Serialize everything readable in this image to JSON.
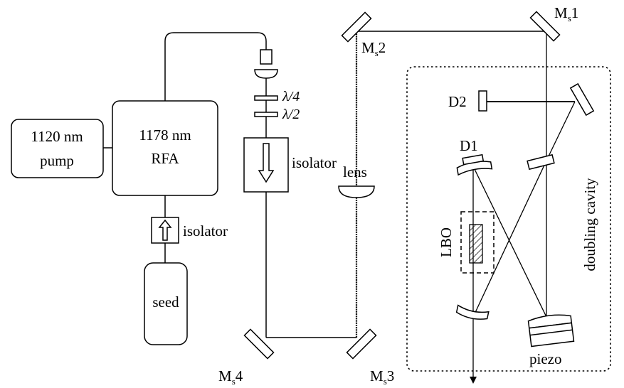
{
  "pump": {
    "line1": "1120 nm",
    "line2": "pump"
  },
  "rfa": {
    "line1": "1178 nm",
    "line2": "RFA"
  },
  "seed": {
    "label": "seed"
  },
  "isolators": {
    "left": "isolator",
    "right": "isolator"
  },
  "waveplates": {
    "quarter": "λ/4",
    "half": "λ/2"
  },
  "lens": {
    "label": "lens"
  },
  "mirrors": {
    "ms1": {
      "main": "M",
      "sub": "s",
      "num": "1"
    },
    "ms2": {
      "main": "M",
      "sub": "s",
      "num": "2"
    },
    "ms3": {
      "main": "M",
      "sub": "s",
      "num": "3"
    },
    "ms4": {
      "main": "M",
      "sub": "s",
      "num": "4"
    }
  },
  "detectors": {
    "d1": "D1",
    "d2": "D2"
  },
  "crystal": {
    "label": "LBO"
  },
  "actuator": {
    "label": "piezo"
  },
  "cavity": {
    "label": "doubling cavity"
  }
}
